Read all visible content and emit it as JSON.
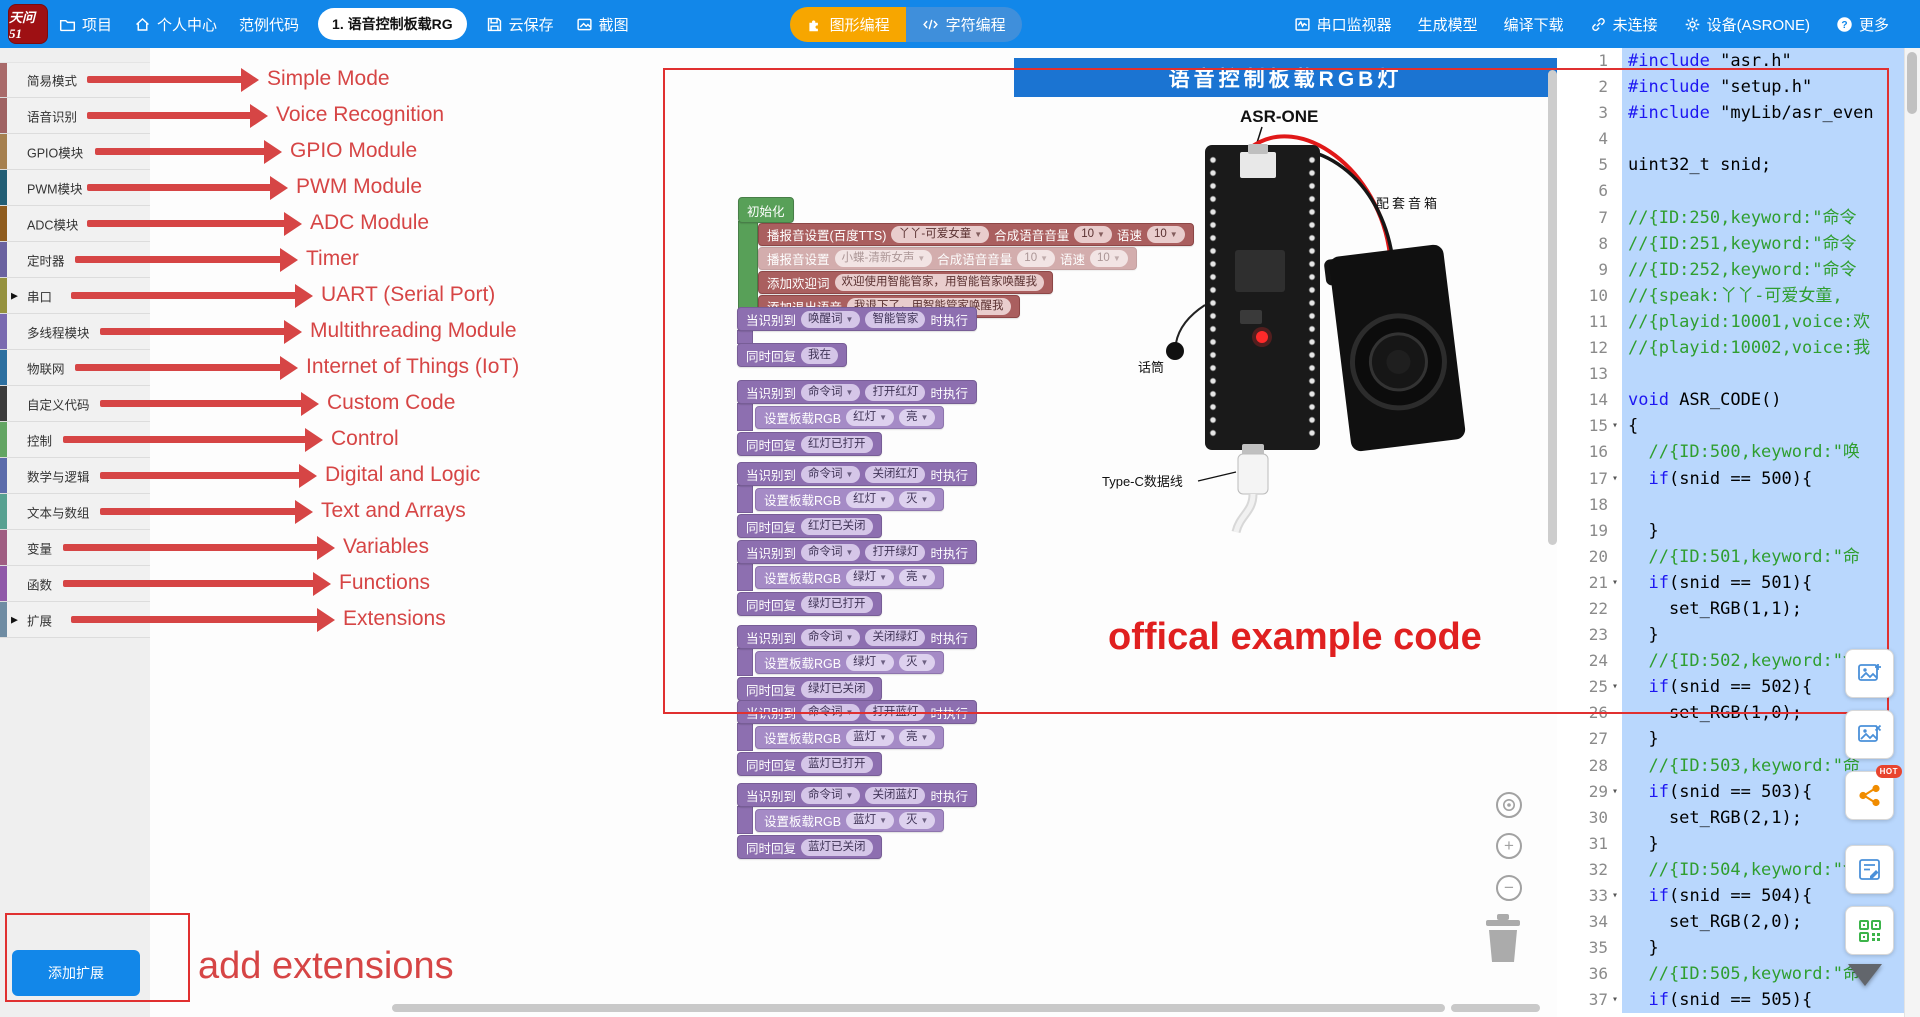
{
  "colors": {
    "topbar_blue": "#1287e9",
    "annotation_red": "#d64545",
    "rect_red": "#e03030",
    "banner_blue": "#1b74d2",
    "selection_blue": "#b9d7fd"
  },
  "topbar": {
    "logo_text": "天问51",
    "project": "项目",
    "personal_center": "个人中心",
    "sample_code": "范例代码",
    "current_project": "1. 语音控制板载RG",
    "cloud_save": "云保存",
    "screenshot": "截图",
    "graphical_mode": "图形编程",
    "text_mode": "字符编程",
    "serial_monitor": "串口监视器",
    "generate_model": "生成模型",
    "compile_download": "编译下载",
    "not_connected": "未连接",
    "device": "设备(ASRONE)",
    "more": "更多"
  },
  "sidebar": {
    "categories": [
      {
        "label": "简易模式",
        "en": "Simple Mode",
        "color": "#a96a6a",
        "expandable": false
      },
      {
        "label": "语音识别",
        "en": "Voice Recognition",
        "color": "#a06363",
        "expandable": false
      },
      {
        "label": "GPIO模块",
        "en": "GPIO Module",
        "color": "#a6804f",
        "expandable": false
      },
      {
        "label": "PWM模块",
        "en": "PWM Module",
        "color": "#225e75",
        "expandable": false
      },
      {
        "label": "ADC模块",
        "en": "ADC Module",
        "color": "#8f5c1e",
        "expandable": false
      },
      {
        "label": "定时器",
        "en": "Timer",
        "color": "#6a62a0",
        "expandable": false
      },
      {
        "label": "串口",
        "en": "UART (Serial Port)",
        "color": "#95923f",
        "expandable": true
      },
      {
        "label": "多线程模块",
        "en": "Multithreading Module",
        "color": "#7a6ab0",
        "expandable": false
      },
      {
        "label": "物联网",
        "en": "Internet of Things (IoT)",
        "color": "#2c6fa0",
        "expandable": false
      },
      {
        "label": "自定义代码",
        "en": "Custom Code",
        "color": "#3b3b3b",
        "expandable": false
      },
      {
        "label": "控制",
        "en": "Control",
        "color": "#63a563",
        "expandable": false
      },
      {
        "label": "数学与逻辑",
        "en": "Digital and Logic",
        "color": "#5c6cab",
        "expandable": false
      },
      {
        "label": "文本与数组",
        "en": "Text and Arrays",
        "color": "#57a191",
        "expandable": false
      },
      {
        "label": "变量",
        "en": "Variables",
        "color": "#a05d82",
        "expandable": false
      },
      {
        "label": "函数",
        "en": "Functions",
        "color": "#9059a9",
        "expandable": false
      },
      {
        "label": "扩展",
        "en": "Extensions",
        "color": "#6f8ca3",
        "expandable": true
      }
    ],
    "add_extension": "添加扩展",
    "add_extension_note": "add extensions"
  },
  "canvas": {
    "banner_title": "语音控制板载RGB灯",
    "annotation": "offical example code",
    "hardware": {
      "board": "ASR-ONE",
      "speaker": "配套音箱",
      "mic": "话筒",
      "cable": "Type-C数据线"
    },
    "init_block": {
      "header": "初始化",
      "rows": [
        {
          "faded": false,
          "segments": [
            [
              "l",
              "播报音设置(百度TTS)"
            ],
            [
              "d",
              "丫丫-可爱女童"
            ],
            [
              "l",
              "合成语音音量"
            ],
            [
              "d",
              "10"
            ],
            [
              "l",
              "语速"
            ],
            [
              "d",
              "10"
            ]
          ]
        },
        {
          "faded": true,
          "segments": [
            [
              "l",
              "播报音设置"
            ],
            [
              "d",
              "小蝶-清新女声"
            ],
            [
              "l",
              "合成语音音量"
            ],
            [
              "d",
              "10"
            ],
            [
              "l",
              "语速"
            ],
            [
              "d",
              "10"
            ]
          ]
        },
        {
          "faded": false,
          "segments": [
            [
              "l",
              "添加欢迎词"
            ],
            [
              "f",
              "欢迎使用智能管家，用智能管家唤醒我"
            ]
          ]
        },
        {
          "faded": false,
          "segments": [
            [
              "l",
              "添加退出语音"
            ],
            [
              "f",
              "我退下了，用智能管家唤醒我"
            ]
          ]
        }
      ]
    },
    "event_labels": {
      "when": "当识别到",
      "exec": "时执行",
      "set_rgb": "设置板载RGB",
      "reply": "同时回复"
    },
    "event_blocks": [
      {
        "trigger": "唤醒词",
        "keyword": "智能管家",
        "target": null,
        "state": null,
        "reply": "我在"
      },
      {
        "trigger": "命令词",
        "keyword": "打开红灯",
        "target": "红灯",
        "state": "亮",
        "reply": "红灯已打开"
      },
      {
        "trigger": "命令词",
        "keyword": "关闭红灯",
        "target": "红灯",
        "state": "灭",
        "reply": "红灯已关闭"
      },
      {
        "trigger": "命令词",
        "keyword": "打开绿灯",
        "target": "绿灯",
        "state": "亮",
        "reply": "绿灯已打开"
      },
      {
        "trigger": "命令词",
        "keyword": "关闭绿灯",
        "target": "绿灯",
        "state": "灭",
        "reply": "绿灯已关闭"
      },
      {
        "trigger": "命令词",
        "keyword": "打开蓝灯",
        "target": "蓝灯",
        "state": "亮",
        "reply": "蓝灯已打开"
      },
      {
        "trigger": "命令词",
        "keyword": "关闭蓝灯",
        "target": "蓝灯",
        "state": "灭",
        "reply": "蓝灯已关闭"
      }
    ]
  },
  "code_panel": {
    "hot_badge": "HOT",
    "folded_lines": [
      15,
      17,
      21,
      25,
      29,
      33,
      37
    ],
    "lines": [
      "#include \"asr.h\"",
      "#include \"setup.h\"",
      "#include \"myLib/asr_even",
      "",
      "uint32_t snid;",
      "",
      "//{ID:250,keyword:\"命令",
      "//{ID:251,keyword:\"命令",
      "//{ID:252,keyword:\"命令",
      "//{speak:丫丫-可爱女童,",
      "//{playid:10001,voice:欢",
      "//{playid:10002,voice:我",
      "",
      "void ASR_CODE()",
      "{",
      "  //{ID:500,keyword:\"唤",
      "  if(snid == 500){",
      "",
      "  }",
      "  //{ID:501,keyword:\"命",
      "  if(snid == 501){",
      "    set_RGB(1,1);",
      "  }",
      "  //{ID:502,keyword:\"命",
      "  if(snid == 502){",
      "    set_RGB(1,0);",
      "  }",
      "  //{ID:503,keyword:\"命",
      "  if(snid == 503){",
      "    set_RGB(2,1);",
      "  }",
      "  //{ID:504,keyword:\"命",
      "  if(snid == 504){",
      "    set_RGB(2,0);",
      "  }",
      "  //{ID:505,keyword:\"命",
      "  if(snid == 505){"
    ]
  }
}
